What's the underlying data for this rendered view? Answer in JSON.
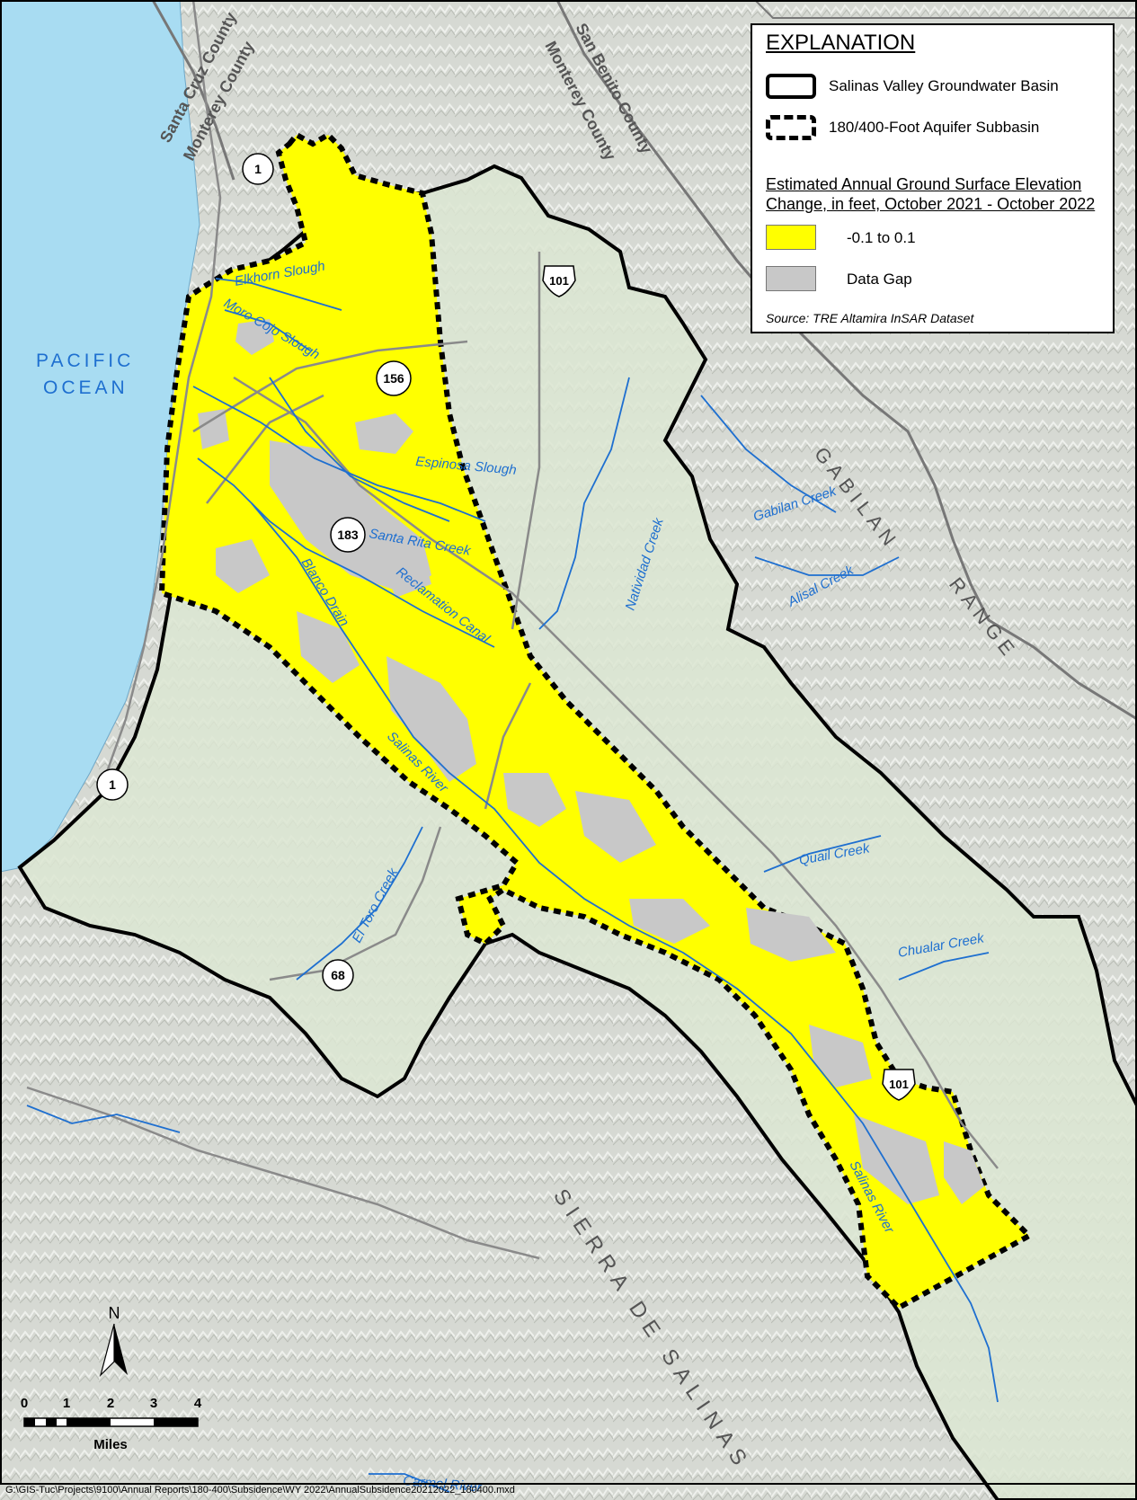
{
  "legend": {
    "title": "EXPLANATION",
    "items": [
      {
        "label": "Salinas Valley Groundwater Basin"
      },
      {
        "label": "180/400-Foot Aquifer Subbasin"
      }
    ],
    "subtitle": "Estimated Annual Ground Surface Elevation Change, in feet, October 2021 - October 2022",
    "classes": [
      {
        "label": "-0.1 to 0.1",
        "color": "#ffff00"
      },
      {
        "label": "Data Gap",
        "color": "#c8c8c8"
      }
    ],
    "source": "Source: TRE Altamira InSAR Dataset"
  },
  "places": {
    "ocean": [
      "PACIFIC",
      "OCEAN"
    ],
    "santa_cruz": "Santa Cruz County",
    "monterey_1": "Monterey County",
    "monterey_2": "Monterey County",
    "san_benito": "San Benito County",
    "gabilan": "GABILAN",
    "range": "RANGE",
    "sierra": "SIERRA DE SALINAS"
  },
  "waterways": {
    "elkhorn": "Elkhorn Slough",
    "moro_cojo": "Moro Cojo Slough",
    "espinosa": "Espinosa Slough",
    "santa_rita": "Santa Rita Creek",
    "reclamation": "Reclamation Canal",
    "blanco": "Blanco Drain",
    "salinas_1": "Salinas River",
    "salinas_2": "Salinas River",
    "natividad": "Natividad Creek",
    "gabilan_creek": "Gabilan Creek",
    "alisal": "Alisal Creek",
    "quail": "Quail Creek",
    "chualar": "Chualar Creek",
    "el_toro": "El Toro Creek",
    "carmel": "Carmel River"
  },
  "routes": {
    "r1a": "1",
    "r1b": "1",
    "r156": "156",
    "r183": "183",
    "r68": "68",
    "r101a": "101",
    "r101b": "101"
  },
  "north_arrow": "N",
  "scale": {
    "ticks": [
      "0",
      "1",
      "2",
      "3",
      "4"
    ],
    "unit": "Miles"
  },
  "footer_path": "G:\\GIS-Tuc\\Projects\\9100\\Annual Reports\\180-400\\Subsidence\\WY 2022\\AnnualSubsidence20212022_180400.mxd",
  "colors": {
    "ocean": "#a8dcf2",
    "land": "#d9ddd6",
    "basin_fill": "#dce6d2",
    "stable": "#ffff00",
    "data_gap": "#c8c8c8",
    "water": "#1e6fd0"
  }
}
